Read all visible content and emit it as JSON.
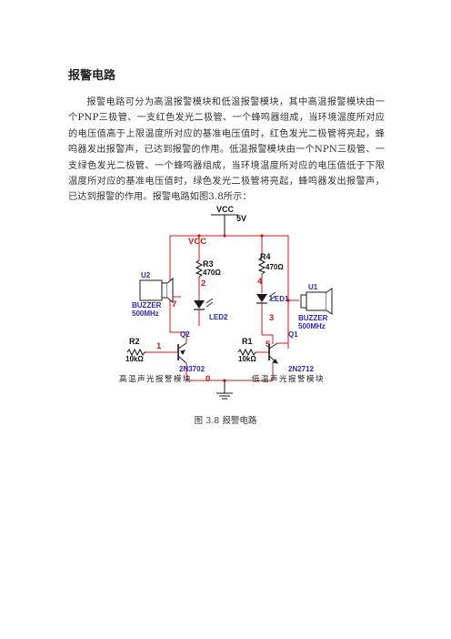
{
  "section": {
    "title": "报警电路",
    "body": "报警电路可分为高温报警模块和低温报警模块，其中高温报警模块由一个PNP三极管、一支红色发光二极管、一个蜂鸣器组成，当环境温度所对应的电压值高于上限温度所对应的基准电压值时，红色发光二极管将亮起，蜂鸣器发出报警声，已达到报警的作用。低温报警模块由一个NPN三极管、一支绿色发光二极管、一个蜂鸣器组成，当环境温度所对应的电压值低于下限温度所对应的基准电压值时，绿色发光二极管将亮起，蜂鸣器发出报警声，已达到报警的作用。报警电路如图3.8所示："
  },
  "circuit": {
    "vcc_top": "VCC",
    "vcc_value": "5V",
    "vcc_net": "VCC",
    "r3": {
      "name": "R3",
      "value": "470Ω"
    },
    "r4": {
      "name": "R4",
      "value": "470Ω"
    },
    "r2": {
      "name": "R2",
      "value": "10kΩ"
    },
    "r1": {
      "name": "R1",
      "value": "10kΩ"
    },
    "u2": {
      "name": "U2",
      "type": "BUZZER",
      "freq": "500MHz"
    },
    "u1": {
      "name": "U1",
      "type": "BUZZER",
      "freq": "500MHz"
    },
    "led2": "LED2",
    "led1": "LED1",
    "q2": {
      "name": "Q2",
      "model": "2N3702"
    },
    "q1": {
      "name": "Q1",
      "model": "2N2712"
    },
    "nodes": {
      "n2": "2",
      "n4": "4",
      "n7": "7",
      "n3": "3",
      "n1": "1",
      "n5": "5",
      "n0": "0"
    },
    "label_high": "高温声光报警模块",
    "label_low": "低温声光报警模块"
  },
  "figure": {
    "caption": "图 3.8  报警电路"
  },
  "colors": {
    "wire": "#d01818",
    "component": "#1a1a1a",
    "label_blue": "#2a2ab8"
  }
}
